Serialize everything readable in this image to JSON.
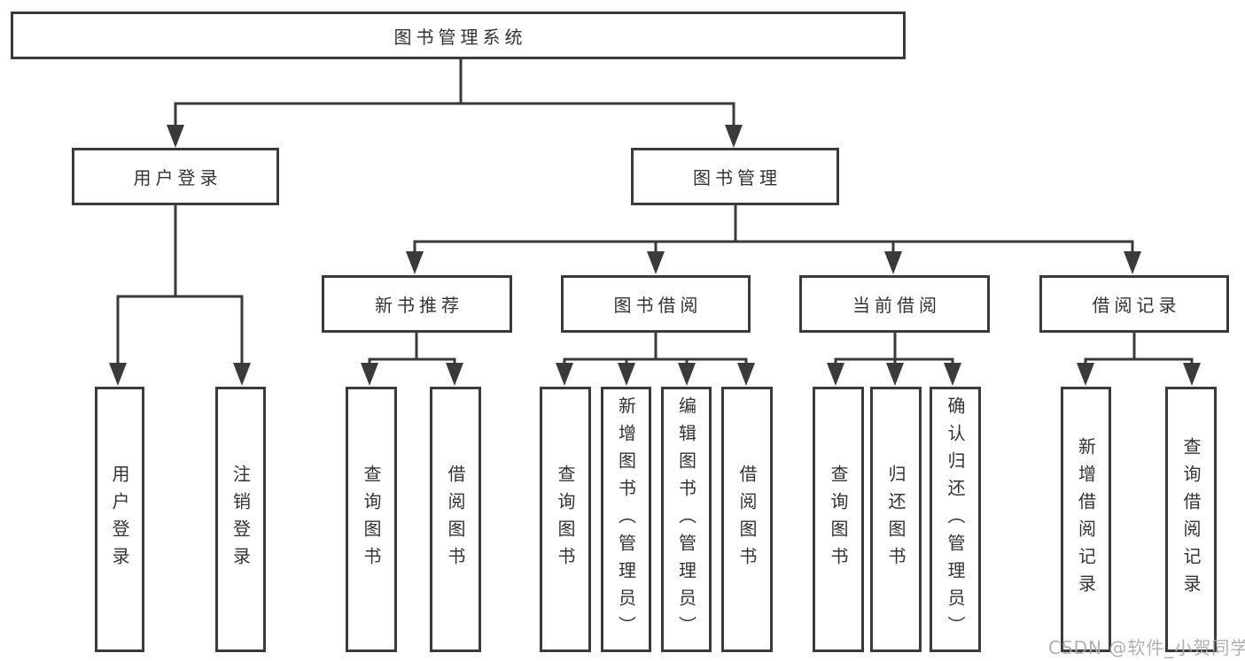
{
  "nodes": {
    "root": {
      "label": "图书管理系统"
    },
    "level1": [
      {
        "label": "用户登录"
      },
      {
        "label": "图书管理"
      }
    ],
    "level2": [
      {
        "label": "新书推荐"
      },
      {
        "label": "图书借阅"
      },
      {
        "label": "当前借阅"
      },
      {
        "label": "借阅记录"
      }
    ],
    "leaves": [
      {
        "label": "用户登录"
      },
      {
        "label": "注销登录"
      },
      {
        "label": "查询图书"
      },
      {
        "label": "借阅图书"
      },
      {
        "label": "查询图书"
      },
      {
        "label": "新增图书（管理员）"
      },
      {
        "label": "编辑图书（管理员）"
      },
      {
        "label": "借阅图书"
      },
      {
        "label": "查询图书"
      },
      {
        "label": "归还图书"
      },
      {
        "label": "确认归还（管理员）"
      },
      {
        "label": "新增借阅记录"
      },
      {
        "label": "查询借阅记录"
      }
    ]
  },
  "watermark": {
    "text": "CSDN @软件_小贺同学"
  },
  "colors": {
    "line": "#3a3a3a",
    "text": "#333333",
    "box_background": "#ffffff",
    "page_background": "#ffffff",
    "watermark": "#a8a8a8"
  }
}
